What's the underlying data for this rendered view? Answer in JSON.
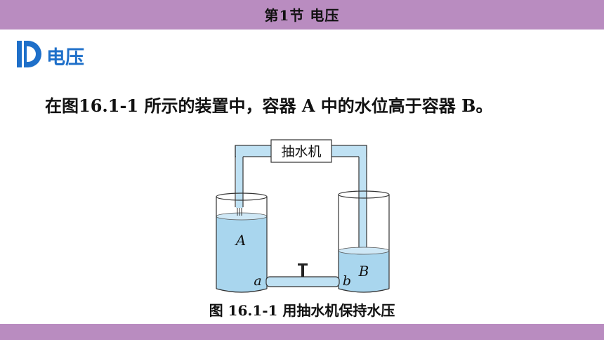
{
  "header": {
    "title": "第1节  电压"
  },
  "section": {
    "title": "电压"
  },
  "content": {
    "paragraph": "在图16.1-1 所示的装置中，容器 A 中的水位高于容器 B。"
  },
  "figure": {
    "pump_label": "抽水机",
    "label_a_big": "A",
    "label_b_big": "B",
    "label_a_small": "a",
    "label_b_small": "b",
    "caption": "图 16.1-1 用抽水机保持水压"
  },
  "colors": {
    "bar": "#b98cc0",
    "accent": "#1e6fc9",
    "water": "#a9d6ee",
    "pipe": "#bfe1f3"
  }
}
